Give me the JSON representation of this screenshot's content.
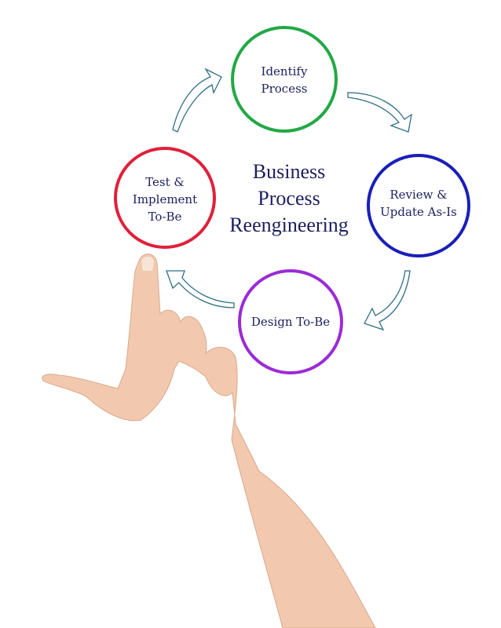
{
  "title": [
    "Business",
    "Process",
    "Reengineering"
  ],
  "steps": [
    {
      "label": [
        "Identify",
        "Process"
      ],
      "color": "#22a845"
    },
    {
      "label": [
        "Review &",
        "Update As-Is"
      ],
      "color": "#1a1fb8"
    },
    {
      "label": [
        "Design To-Be"
      ],
      "color": "#9b2bd6"
    },
    {
      "label": [
        "Test &",
        "Implement",
        "To-Be"
      ],
      "color": "#e0203a"
    }
  ],
  "colors": {
    "text": "#1c1f5e",
    "arrow": "#2f6f86",
    "skin": "#f2c9ae"
  }
}
